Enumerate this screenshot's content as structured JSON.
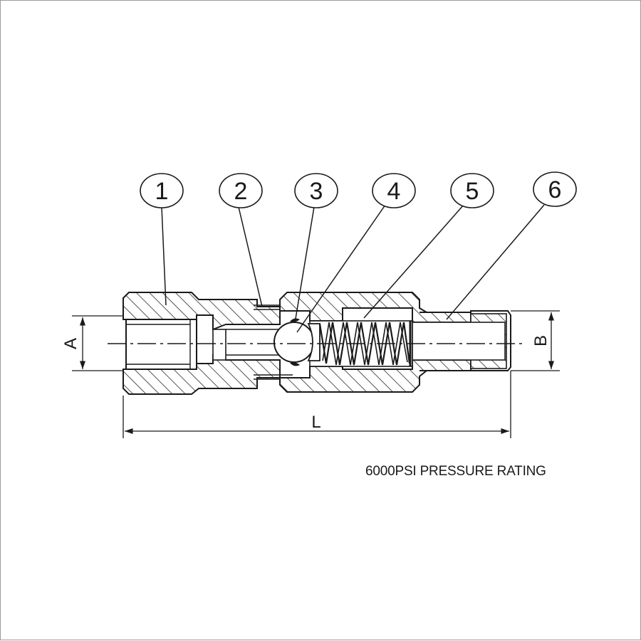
{
  "callouts": [
    "1",
    "2",
    "3",
    "4",
    "5",
    "6"
  ],
  "dimensions": {
    "a": "A",
    "b": "B",
    "l": "L"
  },
  "caption": "6000PSI PRESSURE RATING"
}
